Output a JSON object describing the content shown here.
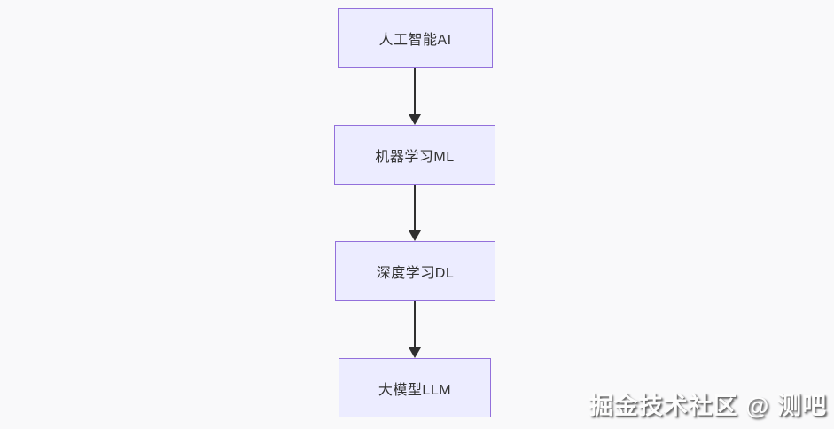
{
  "diagram": {
    "type": "flowchart",
    "direction": "top-down",
    "nodes": [
      {
        "id": "ai",
        "label": "人工智能AI"
      },
      {
        "id": "ml",
        "label": "机器学习ML"
      },
      {
        "id": "dl",
        "label": "深度学习DL"
      },
      {
        "id": "llm",
        "label": "大模型LLM"
      }
    ],
    "edges": [
      {
        "from": "人工智能AI",
        "to": "机器学习ML",
        "style": "arrow"
      },
      {
        "from": "机器学习ML",
        "to": "深度学习DL",
        "style": "arrow"
      },
      {
        "from": "深度学习DL",
        "to": "大模型LLM",
        "style": "arrow"
      }
    ],
    "colors": {
      "background": "#f9f9fa",
      "node_fill": "#ececff",
      "node_border": "#9370db",
      "node_text": "#333333",
      "arrow": "#2f2f2f"
    }
  },
  "watermark": {
    "text": "掘金技术社区 @ 测吧"
  }
}
